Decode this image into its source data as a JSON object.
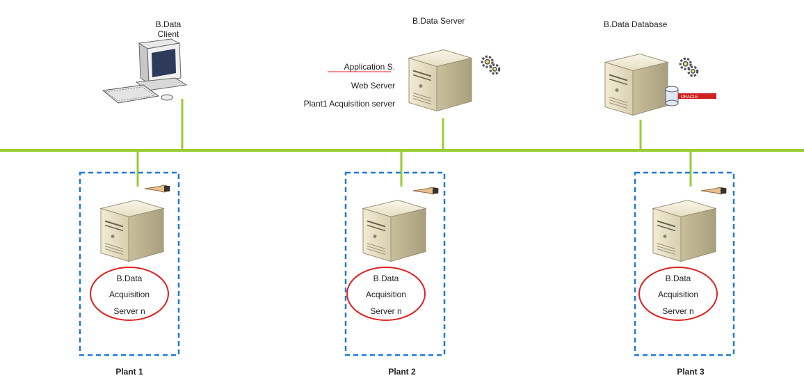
{
  "colors": {
    "network_line": "#9acd32",
    "plant_border": "#1f78d8",
    "highlight_ellipse": "#e02020",
    "underline_accent": "#e02020"
  },
  "top_nodes": {
    "client": {
      "line1": "B.Data",
      "line2": "Client",
      "icon": "desktop-computer-icon"
    },
    "server": {
      "title": "B.Data Server",
      "roles": [
        "Application S.",
        "Web Server",
        "Plant1 Acquisition server"
      ],
      "icon": "server-tower-icon",
      "badge_icon": "gears-icon"
    },
    "database": {
      "title": "B.Data Database",
      "icon": "server-tower-icon",
      "badge_icon": "gears-icon",
      "db_icon": "database-cylinder-icon"
    }
  },
  "plants": [
    {
      "label": "Plant 1",
      "server_lines": [
        "B.Data",
        "Acquisition",
        "Server n"
      ]
    },
    {
      "label": "Plant  2",
      "server_lines": [
        "B.Data",
        "Acquisition",
        "Server n"
      ]
    },
    {
      "label": "Plant  3",
      "server_lines": [
        "B.Data",
        "Acquisition",
        "Server n"
      ]
    }
  ]
}
